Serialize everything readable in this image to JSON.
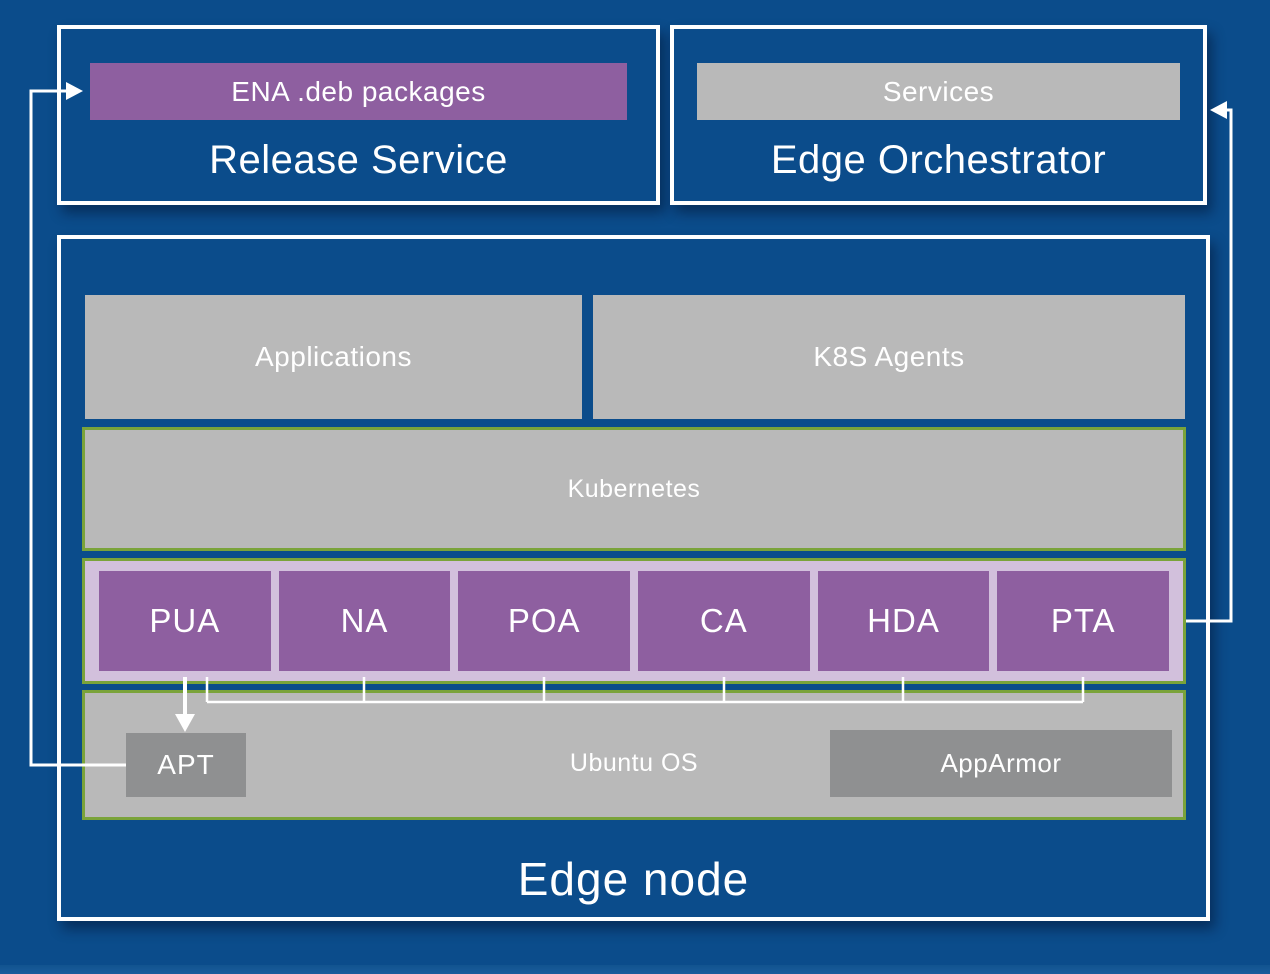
{
  "release_service": {
    "title": "Release Service",
    "package_label": "ENA .deb packages"
  },
  "edge_orchestrator": {
    "title": "Edge Orchestrator",
    "services_label": "Services"
  },
  "edge_node": {
    "title": "Edge node",
    "applications_label": "Applications",
    "k8s_agents_label": "K8S Agents",
    "kubernetes_label": "Kubernetes",
    "agents": [
      "PUA",
      "NA",
      "POA",
      "CA",
      "HDA",
      "PTA"
    ],
    "os": {
      "label": "Ubuntu OS",
      "apt_label": "APT",
      "apparmor_label": "AppArmor"
    }
  },
  "connections": [
    {
      "from": "APT",
      "to": "ENA .deb packages",
      "style": "arrow"
    },
    {
      "from": "agents-row",
      "to": "Edge Orchestrator",
      "style": "arrow"
    },
    {
      "from": "PUA",
      "to": "APT",
      "style": "arrow"
    },
    {
      "from": "agents-row",
      "to": "Ubuntu OS",
      "style": "bus"
    }
  ],
  "palette": {
    "background_blue": "#0b4c8b",
    "box_gray": "#b9b9b9",
    "box_dark_gray": "#8f9091",
    "box_purple": "#8e5fa0",
    "agents_container_lavender": "#d2c0dc",
    "green_border": "#7aa33a",
    "line_white": "#ffffff"
  }
}
